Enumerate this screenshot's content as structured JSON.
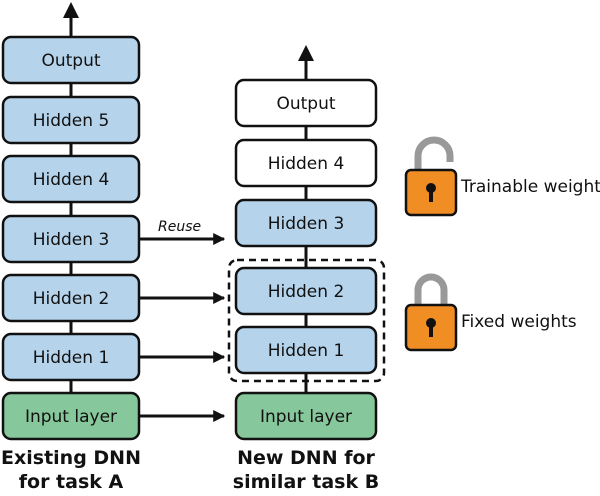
{
  "colors": {
    "hidden_fill": "#b5d4ec",
    "input_fill": "#86c79b",
    "new_fill": "#ffffff",
    "stroke": "#111111",
    "lock_body": "#f08d23",
    "lock_shackle": "#999999"
  },
  "network_a": {
    "caption_line1": "Existing DNN",
    "caption_line2": "for task A",
    "layers": {
      "output": "Output",
      "hidden5": "Hidden 5",
      "hidden4": "Hidden 4",
      "hidden3": "Hidden 3",
      "hidden2": "Hidden 2",
      "hidden1": "Hidden 1",
      "input": "Input layer"
    }
  },
  "network_b": {
    "caption_line1": "New DNN for",
    "caption_line2": "similar task B",
    "layers": {
      "output": "Output",
      "hidden4": "Hidden 4",
      "hidden3": "Hidden 3",
      "hidden2": "Hidden 2",
      "hidden1": "Hidden 1",
      "input": "Input layer"
    }
  },
  "reuse_label": "Reuse",
  "legend": {
    "trainable": "Trainable weights",
    "fixed": "Fixed weights",
    "unlocked_icon": "unlocked-padlock-icon",
    "locked_icon": "locked-padlock-icon"
  }
}
